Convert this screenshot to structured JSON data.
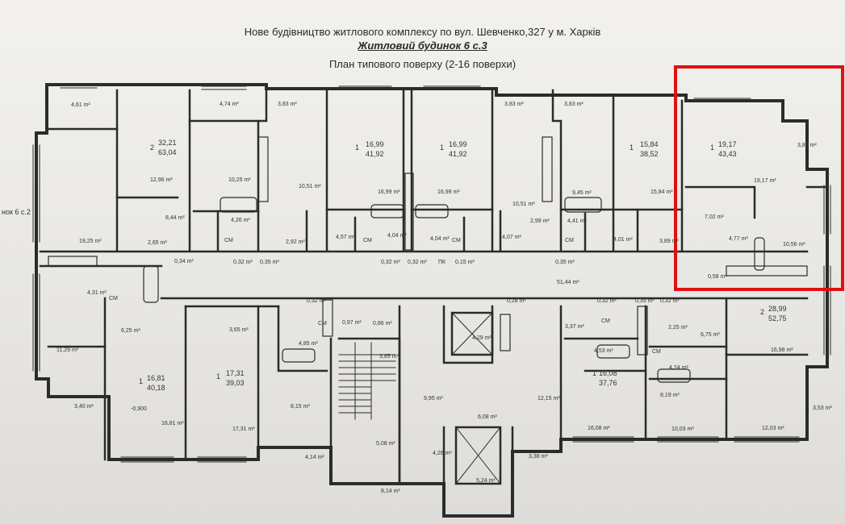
{
  "title": {
    "line1": "Нове будівництво житлового комплексу по вул. Шевченко,327 у м. Харків",
    "line2": "Житловий будинок 6 с.3",
    "line3": "План типового поверху (2-16 поверхи)"
  },
  "side_label": "нок 6 с.2",
  "apartments": [
    {
      "rooms": "2",
      "living": "32,21",
      "total": "63,04"
    },
    {
      "rooms": "1",
      "living": "16,99",
      "total": "41,92"
    },
    {
      "rooms": "1",
      "living": "16,99",
      "total": "41,92"
    },
    {
      "rooms": "1",
      "living": "15,84",
      "total": "38,52"
    },
    {
      "rooms": "1",
      "living": "19,17",
      "total": "43,43"
    },
    {
      "rooms": "1",
      "living": "16,81",
      "total": "40,18"
    },
    {
      "rooms": "1",
      "living": "17,31",
      "total": "39,03"
    },
    {
      "rooms": "1",
      "living": "16,08",
      "total": "37,76"
    },
    {
      "rooms": "2",
      "living": "28,99",
      "total": "52,75"
    }
  ],
  "room_areas": [
    "4,61 m²",
    "4,74 m²",
    "3,83 m²",
    "3,83 m²",
    "3,83 m²",
    "3,83 m²",
    "12,96 m²",
    "19,25 m²",
    "10,25 m²",
    "10,51 m²",
    "16,99 m²",
    "16,99 m²",
    "10,51 m²",
    "9,45 m²",
    "15,84 m²",
    "19,17 m²",
    "7,02 m²",
    "4,77 m²",
    "10,56 m²",
    "8,44 m²",
    "4,26 m²",
    "2,65 m²",
    "2,92 m²",
    "4,57 m²",
    "4,04 m²",
    "4,04 m²",
    "4,07 m²",
    "2,99 m²",
    "4,41 m²",
    "4,01 m²",
    "3,89 m²",
    "0,34 m²",
    "0,32 m²",
    "0,35 m²",
    "0,32 m²",
    "0,32 m²",
    "0,15 m²",
    "0,35 m²",
    "0,32 m²",
    "0,28 m²",
    "0,32 m²",
    "0,35 m²",
    "0,32 m²",
    "0,58 m²",
    "4,31 m²",
    "6,25 m²",
    "11,29 m²",
    "3,40 m²",
    "16,81 m²",
    "3,65 m²",
    "4,85 m²",
    "17,31 m²",
    "8,15 m²",
    "4,14 m²",
    "0,97 m²",
    "0,86 m²",
    "3,85 m²",
    "5,08 m²",
    "8,14 m²",
    "9,95 m²",
    "4,26 m²",
    "6,08 m²",
    "5,24 m²",
    "4,29 m²",
    "3,38 m²",
    "12,15 m²",
    "3,37 m²",
    "4,53 m²",
    "16,08 m²",
    "2,25 m²",
    "6,75 m²",
    "4,24 m²",
    "8,19 m²",
    "10,03 m²",
    "16,98 m²",
    "12,03 m²",
    "3,53 m²",
    "51,44 m²",
    "-0,900"
  ],
  "room_label_sm": "СМ",
  "corridor_label": "ПК"
}
